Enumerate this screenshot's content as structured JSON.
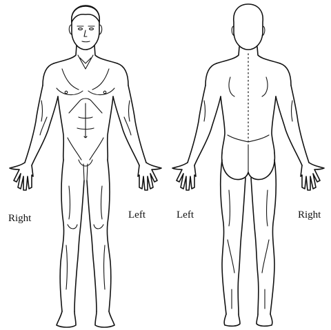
{
  "labels": {
    "front_right": "Right",
    "front_left": "Left",
    "back_left": "Left",
    "back_right": "Right"
  },
  "colors": {
    "background": "#ffffff",
    "ink": "#111111"
  }
}
